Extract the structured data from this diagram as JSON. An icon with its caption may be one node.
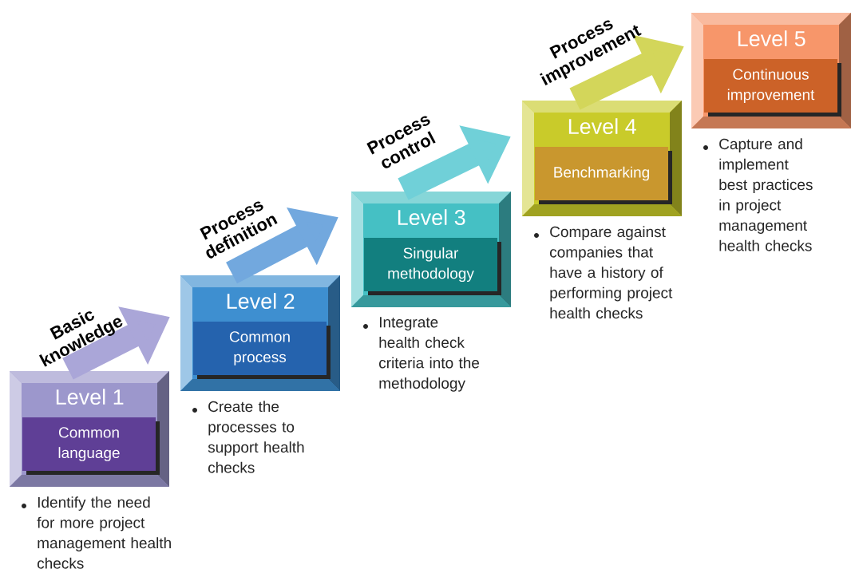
{
  "diagram": {
    "nodes": [
      {
        "text": [
          "Level 1"
        ],
        "beside": [
          "Identify the need for more project management health checks"
        ]
      },
      {
        "text": [
          "Common language"
        ],
        "in": 0
      },
      {
        "text": [
          "Level 2"
        ],
        "beside": [
          "Create the processes to support health checks"
        ]
      },
      {
        "text": [
          "Common process"
        ],
        "in": 2
      },
      {
        "text": [
          "Level 3"
        ],
        "beside": [
          "Integrate health check criteria into the methodology"
        ]
      },
      {
        "text": [
          "Singular methodology"
        ],
        "in": 4
      },
      {
        "text": [
          "Level 4"
        ],
        "beside": [
          "Compare against companies that have a history of performing project health checks"
        ]
      },
      {
        "text": [
          "Benchmarking"
        ],
        "in": 6
      },
      {
        "text": [
          "Level 5"
        ],
        "beside": [
          "Capture and implement best practices in project management health checks"
        ]
      },
      {
        "text": [
          "Continuous improvement"
        ],
        "in": 8
      }
    ],
    "edges": [
      {
        "from": 0,
        "to": 2,
        "arrow": "to",
        "label": "Basic knowledge",
        "color": "#aaa6d8"
      },
      {
        "from": 2,
        "to": 4,
        "arrow": "to",
        "label": "Process definition",
        "color": "#72a8de"
      },
      {
        "from": 4,
        "to": 6,
        "arrow": "to",
        "label": "Process control",
        "color": "#70d0d8"
      },
      {
        "from": 6,
        "to": 8,
        "arrow": "to",
        "label": "Process improvement",
        "color": "#d3d65a"
      }
    ]
  }
}
